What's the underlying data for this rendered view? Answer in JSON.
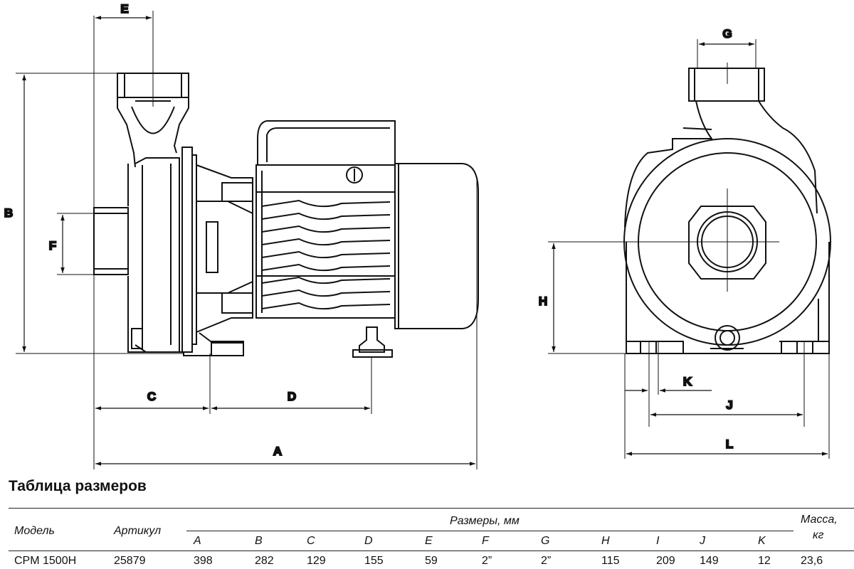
{
  "labels": {
    "A": "A",
    "B": "B",
    "C": "C",
    "D": "D",
    "E": "E",
    "F": "F",
    "G": "G",
    "H": "H",
    "J": "J",
    "K": "K",
    "L": "L"
  },
  "table": {
    "title": "Таблица размеров",
    "header_model": "Модель",
    "header_article": "Артикул",
    "header_dimensions": "Размеры, мм",
    "header_mass": "Масса,",
    "header_mass_unit": "кг",
    "dim_columns": [
      "A",
      "B",
      "C",
      "D",
      "E",
      "F",
      "G",
      "H",
      "I",
      "J",
      "K"
    ],
    "rows": [
      {
        "model": "CPM 1500H",
        "article": "25879",
        "values": [
          "398",
          "282",
          "129",
          "155",
          "59",
          "2”",
          "2”",
          "115",
          "209",
          "149",
          "12"
        ],
        "mass": "23,6"
      }
    ]
  }
}
